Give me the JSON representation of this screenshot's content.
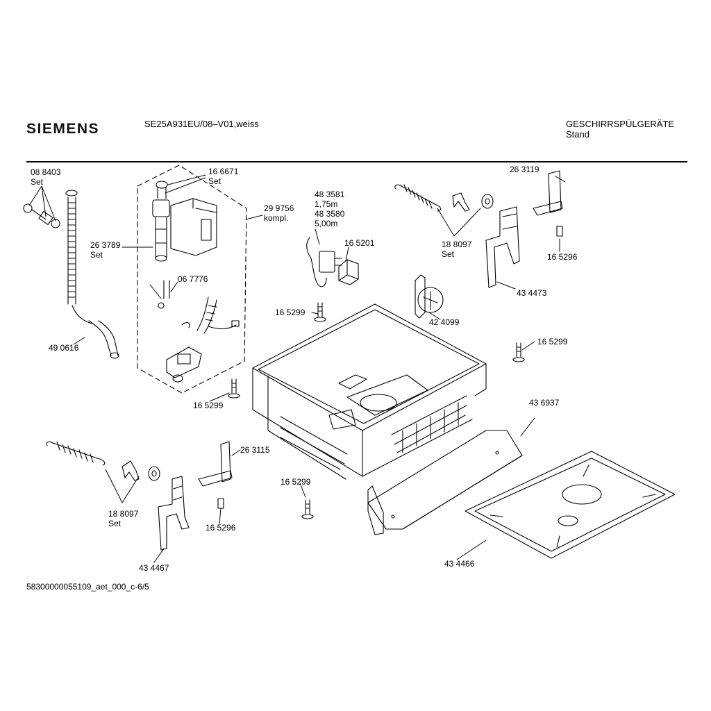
{
  "header": {
    "brand": "SIEMENS",
    "model": "SE25A931EU/08–V01,weiss",
    "category": "GESCHIRRSPÜLGERÄTE",
    "subcategory": "Stand"
  },
  "footer": {
    "doc_id": "58300000055109_aet_000_c-6/5"
  },
  "parts": [
    {
      "id": "p-088403",
      "lines": [
        "08 8403",
        "Set"
      ]
    },
    {
      "id": "p-166671",
      "lines": [
        "16 6671",
        "Set"
      ]
    },
    {
      "id": "p-299756",
      "lines": [
        "29 9756",
        "kompl."
      ]
    },
    {
      "id": "p-263789",
      "lines": [
        "26 3789",
        "Set"
      ]
    },
    {
      "id": "p-067776",
      "lines": [
        "06 7776"
      ]
    },
    {
      "id": "p-490616",
      "lines": [
        "49 0616"
      ]
    },
    {
      "id": "p-483581",
      "lines": [
        "48 3581",
        "1,75m",
        "48 3580",
        "5,00m"
      ]
    },
    {
      "id": "p-165201",
      "lines": [
        "16 5201"
      ]
    },
    {
      "id": "p-188097a",
      "lines": [
        "18 8097",
        "Set"
      ]
    },
    {
      "id": "p-263119",
      "lines": [
        "26 3119"
      ]
    },
    {
      "id": "p-165296a",
      "lines": [
        "16 5296"
      ]
    },
    {
      "id": "p-434473",
      "lines": [
        "43 4473"
      ]
    },
    {
      "id": "p-165299a",
      "lines": [
        "16 5299"
      ]
    },
    {
      "id": "p-424099",
      "lines": [
        "42 4099"
      ]
    },
    {
      "id": "p-165299b",
      "lines": [
        "16 5299"
      ]
    },
    {
      "id": "p-165299c",
      "lines": [
        "16 5299"
      ]
    },
    {
      "id": "p-436937",
      "lines": [
        "43 6937"
      ]
    },
    {
      "id": "p-263115",
      "lines": [
        "26 3115"
      ]
    },
    {
      "id": "p-165299d",
      "lines": [
        "16 5299"
      ]
    },
    {
      "id": "p-188097b",
      "lines": [
        "18 8097",
        "Set"
      ]
    },
    {
      "id": "p-165296b",
      "lines": [
        "16 5296"
      ]
    },
    {
      "id": "p-434467",
      "lines": [
        "43 4467"
      ]
    },
    {
      "id": "p-434466",
      "lines": [
        "43 4466"
      ]
    }
  ]
}
